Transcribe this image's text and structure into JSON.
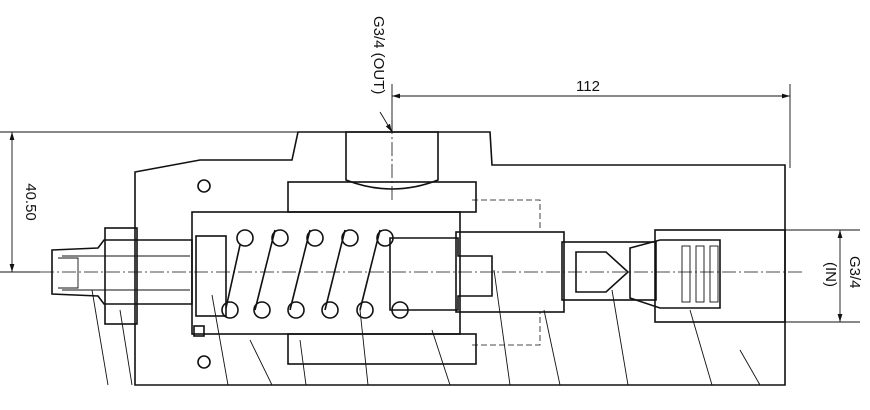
{
  "dimensions": {
    "length": "112",
    "height": "40.50"
  },
  "ports": {
    "outlet": "G3/4 (OUT)",
    "inlet_thread": "G3/4",
    "inlet_label": "(IN)"
  }
}
